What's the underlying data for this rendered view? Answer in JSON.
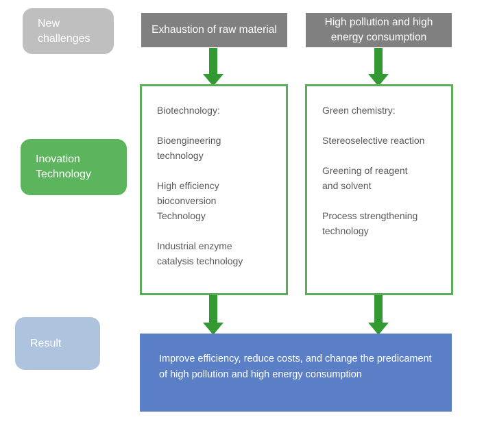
{
  "diagram": {
    "title": "Innovation technology flow diagram",
    "colors": {
      "gray_label": "#bfbfbf",
      "green_label": "#5cb45c",
      "blue_label": "#aec3de",
      "challenge_box": "#808080",
      "tech_border": "#5cac5c",
      "result_box": "#5b7fc7",
      "arrow": "#339933",
      "body_text": "#595959"
    }
  },
  "stages": [
    {
      "id": "new-challenges",
      "label": "New\nchallenges"
    },
    {
      "id": "inovation-technology",
      "label": "Inovation\nTechnology"
    },
    {
      "id": "result",
      "label": "Result"
    }
  ],
  "challenges": [
    {
      "id": "exhaustion-raw-material",
      "label": "Exhaustion of raw material"
    },
    {
      "id": "high-pollution-energy",
      "label": "High pollution and high energy consumption"
    }
  ],
  "technologies": {
    "left": {
      "heading": "Biotechnology:",
      "items": [
        "Bioengineering\ntechnology",
        "High efficiency\nbioconversion\nTechnology",
        "Industrial enzyme\ncatalysis technology"
      ]
    },
    "right": {
      "heading": "Green chemistry:",
      "items": [
        "Stereoselective reaction",
        "Greening of reagent\nand solvent",
        "Process strengthening\ntechnology"
      ]
    }
  },
  "result": {
    "text": "Improve efficiency, reduce costs, and change the predicament of high pollution and high energy consumption"
  },
  "arrows": [
    {
      "id": "arrow-challenge-to-tech-left",
      "direction": "down"
    },
    {
      "id": "arrow-challenge-to-tech-right",
      "direction": "down"
    },
    {
      "id": "arrow-tech-to-result-left",
      "direction": "down"
    },
    {
      "id": "arrow-tech-to-result-right",
      "direction": "down"
    }
  ]
}
